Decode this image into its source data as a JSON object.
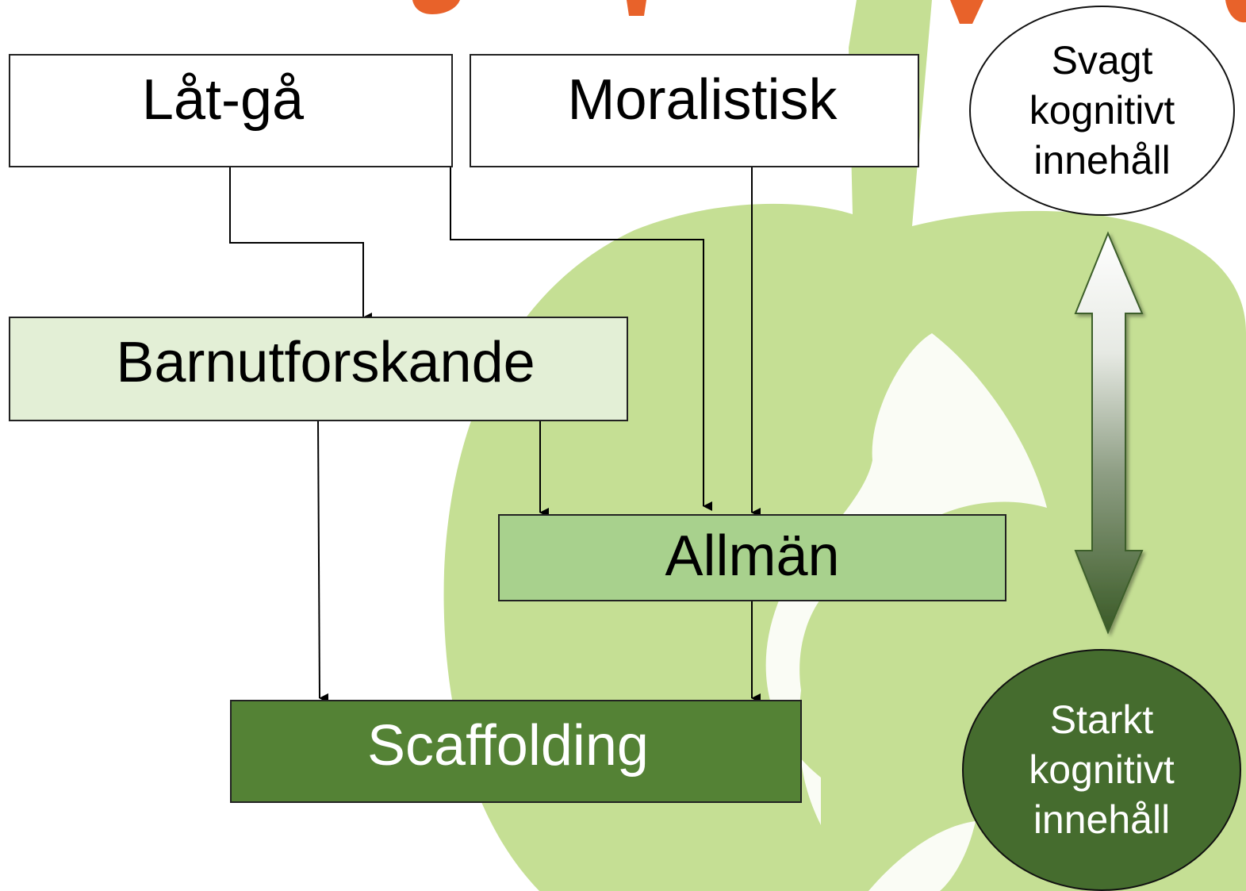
{
  "diagram": {
    "boxes": {
      "lat_ga": "Låt-gå",
      "moralistisk": "Moralistisk",
      "barnutforskande": "Barnutforskande",
      "allman": "Allmän",
      "scaffolding": "Scaffolding"
    },
    "scale": {
      "weak": {
        "line1": "Svagt",
        "line2": "kognitivt",
        "line3": "innehåll"
      },
      "strong": {
        "line1": "Starkt",
        "line2": "kognitivt",
        "line3": "innehåll"
      }
    },
    "connectors": [
      {
        "from": "Låt-gå",
        "to": "Barnutforskande"
      },
      {
        "from": "Låt-gå",
        "to": "Allmän"
      },
      {
        "from": "Moralistisk",
        "to": "Allmän"
      },
      {
        "from": "Barnutforskande",
        "to": "Allmän"
      },
      {
        "from": "Barnutforskande",
        "to": "Scaffolding"
      },
      {
        "from": "Allmän",
        "to": "Scaffolding"
      }
    ]
  },
  "colors": {
    "background_pear": "#c5df94",
    "title_orange": "#e8622a",
    "box_white": "#ffffff",
    "box_light_green": "#e3efd6",
    "box_mid_green": "#a8d18d",
    "box_dark_green": "#548235",
    "ellipse_dark_green": "#456c2e",
    "arrow_gradient_top": "#ffffff",
    "arrow_gradient_bottom": "#3a5a26"
  }
}
